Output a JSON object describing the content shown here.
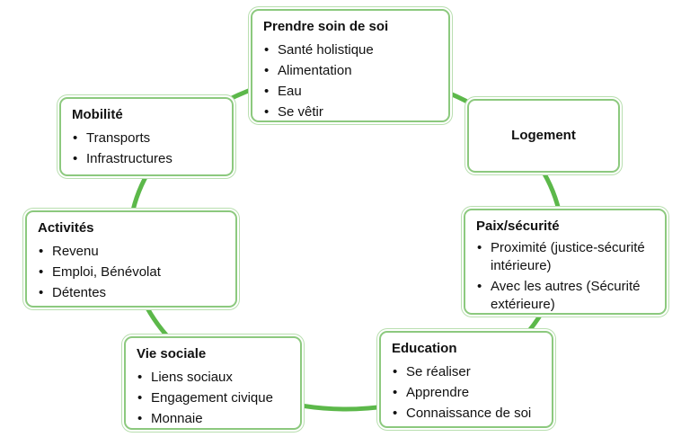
{
  "diagram": {
    "ring_color": "#5cb84a",
    "box_border_color": "#8cc97e",
    "boxes": {
      "prendre_soin": {
        "title": "Prendre soin de soi",
        "items": [
          "Santé holistique",
          "Alimentation",
          "Eau",
          "Se vêtir"
        ]
      },
      "logement": {
        "title": "Logement"
      },
      "mobilite": {
        "title": "Mobilité",
        "items": [
          "Transports",
          "Infrastructures"
        ]
      },
      "paix_securite": {
        "title": "Paix/sécurité",
        "items": [
          "Proximité (justice-sécurité intérieure)",
          "Avec les autres (Sécurité extérieure)"
        ]
      },
      "activites": {
        "title": "Activités",
        "items": [
          "Revenu",
          "Emploi, Bénévolat",
          "Détentes"
        ]
      },
      "education": {
        "title": "Education",
        "items": [
          "Se réaliser",
          "Apprendre",
          "Connaissance de soi"
        ]
      },
      "vie_sociale": {
        "title": "Vie sociale",
        "items": [
          "Liens sociaux",
          "Engagement civique",
          "Monnaie"
        ]
      }
    }
  }
}
